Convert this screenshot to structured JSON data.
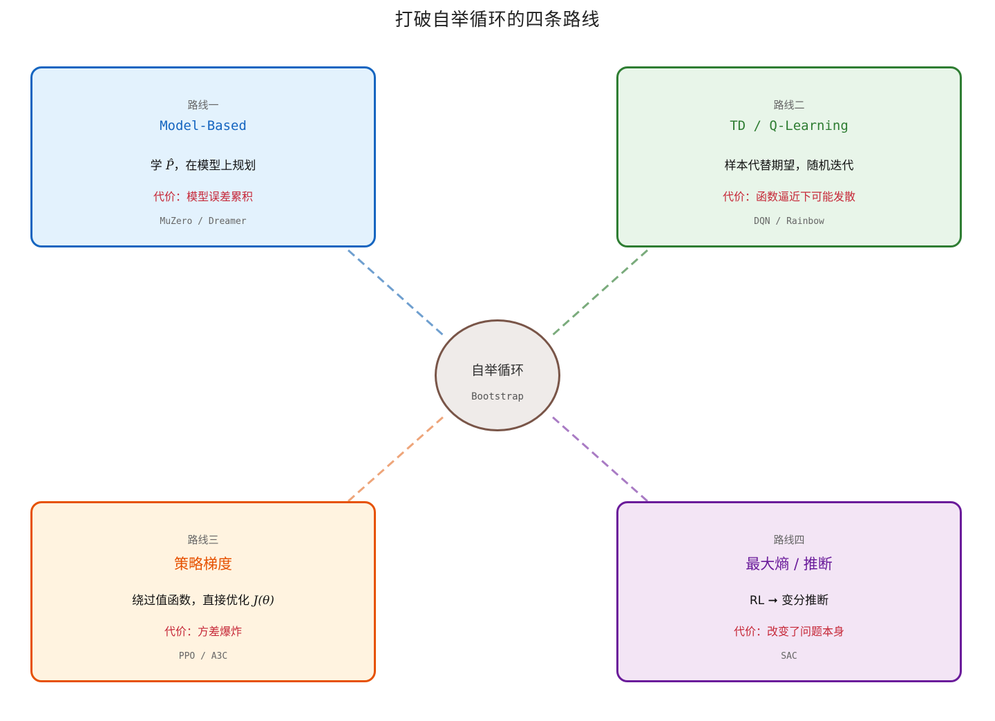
{
  "title": "打破自举循环的四条路线",
  "center": {
    "title": "自举循环",
    "subtitle": "Bootstrap",
    "border_color": "#795548",
    "fill_color": "#efebe9"
  },
  "routes": [
    {
      "tag": "路线一",
      "name": "Model-Based",
      "desc_prefix": "学 ",
      "desc_math": "P̂",
      "desc_suffix": "，在模型上规划",
      "cost": "代价：模型误差累积",
      "examples": "MuZero / Dreamer",
      "border_color": "#1565c0",
      "fill_color": "#e3f2fd",
      "link_color": "#6f9fcf"
    },
    {
      "tag": "路线二",
      "name": "TD / Q-Learning",
      "desc_prefix": "样本代替期望，随机迭代",
      "desc_math": "",
      "desc_suffix": "",
      "cost": "代价：函数逼近下可能发散",
      "examples": "DQN / Rainbow",
      "border_color": "#2e7d32",
      "fill_color": "#e8f5e9",
      "link_color": "#7aab7c"
    },
    {
      "tag": "路线三",
      "name": "策略梯度",
      "desc_prefix": "绕过值函数，直接优化 ",
      "desc_math": "J(θ)",
      "desc_suffix": "",
      "cost": "代价：方差爆炸",
      "examples": "PPO / A3C",
      "border_color": "#e65100",
      "fill_color": "#fff3e0",
      "link_color": "#eea57a"
    },
    {
      "tag": "路线四",
      "name": "最大熵 / 推断",
      "desc_prefix": "RL ➞ 变分推断",
      "desc_math": "",
      "desc_suffix": "",
      "cost": "代价：改变了问题本身",
      "examples": "SAC",
      "border_color": "#6a1b9a",
      "fill_color": "#f3e5f5",
      "link_color": "#a97bc4"
    }
  ]
}
